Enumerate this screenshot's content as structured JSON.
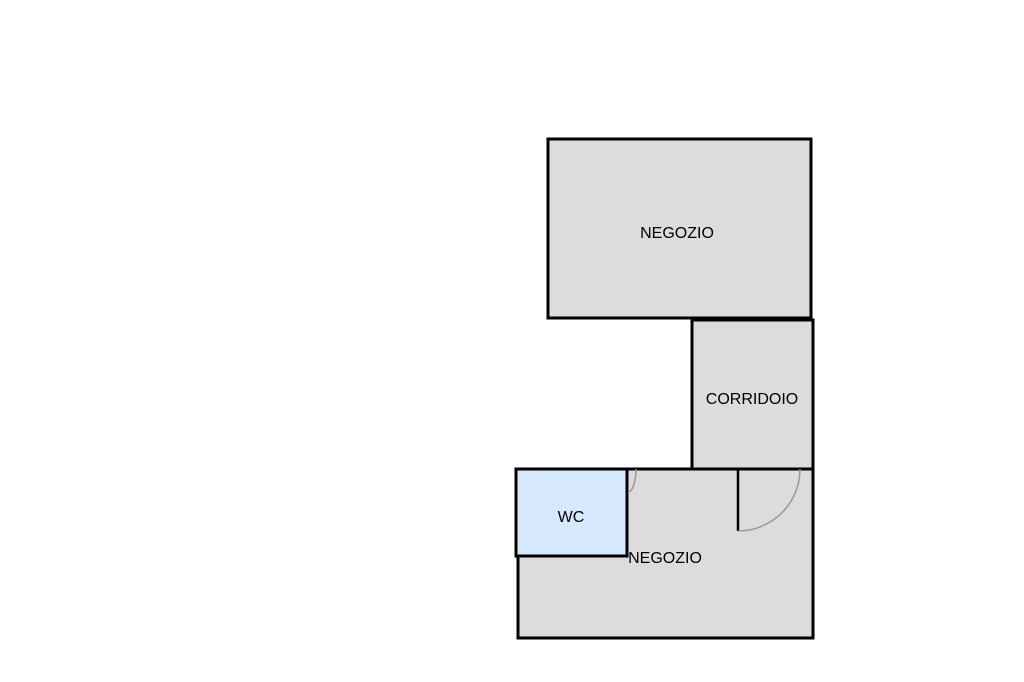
{
  "floorplan": {
    "rooms": {
      "negozio_top": {
        "label": "NEGOZIO",
        "fill": "#dcdcdc"
      },
      "corridoio": {
        "label": "CORRIDOIO",
        "fill": "#dcdcdc"
      },
      "negozio_bottom": {
        "label": "NEGOZIO",
        "fill": "#dcdcdc"
      },
      "wc": {
        "label": "WC",
        "fill": "#d6e8fb"
      }
    },
    "colors": {
      "wall": "#000000",
      "door_swing": "#999999"
    }
  }
}
